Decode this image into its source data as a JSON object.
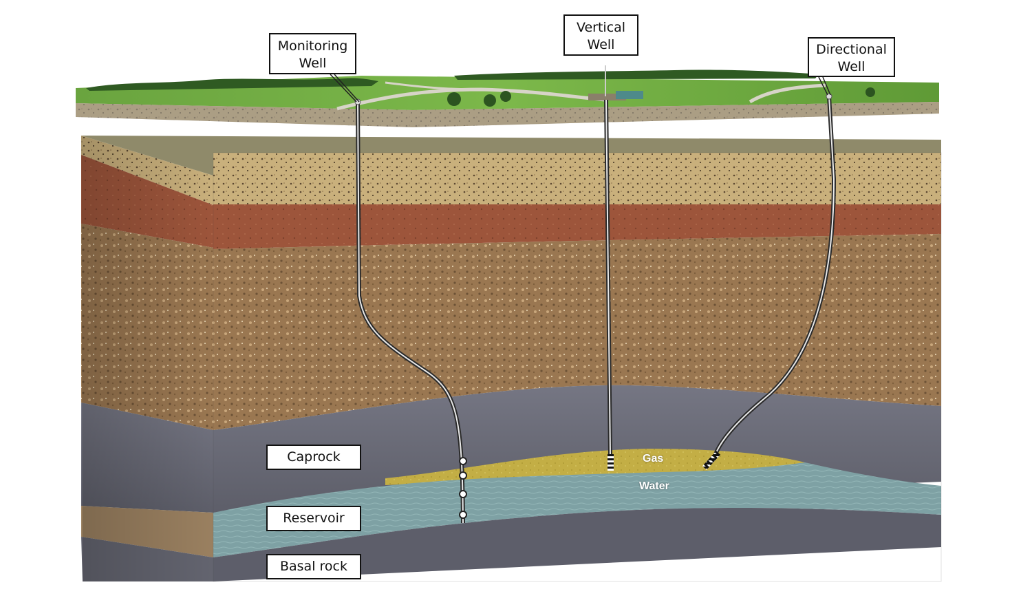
{
  "labels": {
    "monitoring_well": [
      "Monitoring",
      "Well"
    ],
    "vertical_well": [
      "Vertical",
      "Well"
    ],
    "directional_well": [
      "Directional",
      "Well"
    ],
    "caprock": "Caprock",
    "reservoir": "Reservoir",
    "basal_rock": "Basal rock",
    "gas": "Gas",
    "water": "Water"
  },
  "colors": {
    "grass": "#5f9e3a",
    "sand": "#c7ad79",
    "red_clay": "#a05a3f",
    "gravel": "#9c7a55",
    "caprock": "#6b6c78",
    "gas": "#c8b443",
    "water": "#7fa3a6",
    "basal": "#5f606b"
  }
}
